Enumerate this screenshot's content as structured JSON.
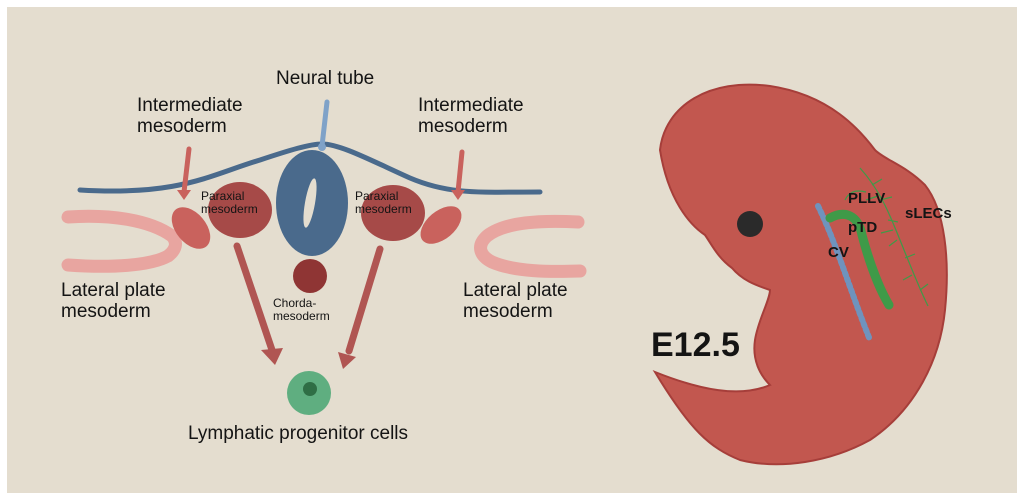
{
  "colors": {
    "background": "#e4ddcf",
    "neural_tube": "#4a6a8c",
    "surface_ectoderm": "#4a6a8c",
    "paraxial": "#a64a48",
    "intermediate": "#c9625d",
    "lateral_plate": "#e8a5a0",
    "arrows": "#b05552",
    "lymphatic_cell": "#5fae80",
    "embryo": "#c2574f",
    "cv": "#6f93bd",
    "ptd": "#3f9a48",
    "slecs": "#3f9a48"
  },
  "left_diagram": {
    "neural_tube_label": "Neural tube",
    "intermediate_left_label": [
      "Intermediate",
      "mesoderm"
    ],
    "intermediate_right_label": [
      "Intermediate",
      "mesoderm"
    ],
    "paraxial_left_label": [
      "Paraxial",
      "mesoderm"
    ],
    "paraxial_right_label": [
      "Paraxial",
      "mesoderm"
    ],
    "chorda_label": [
      "Chorda-",
      "mesoderm"
    ],
    "lateral_left_label": [
      "Lateral plate",
      "mesoderm"
    ],
    "lateral_right_label": [
      "Lateral plate",
      "mesoderm"
    ],
    "lymphatic_label": "Lymphatic progenitor cells"
  },
  "right_diagram": {
    "stage_label": "E12.5",
    "pllv_label": "PLLV",
    "ptd_label": "pTD",
    "cv_label": "CV",
    "slecs_label": "sLECs"
  }
}
